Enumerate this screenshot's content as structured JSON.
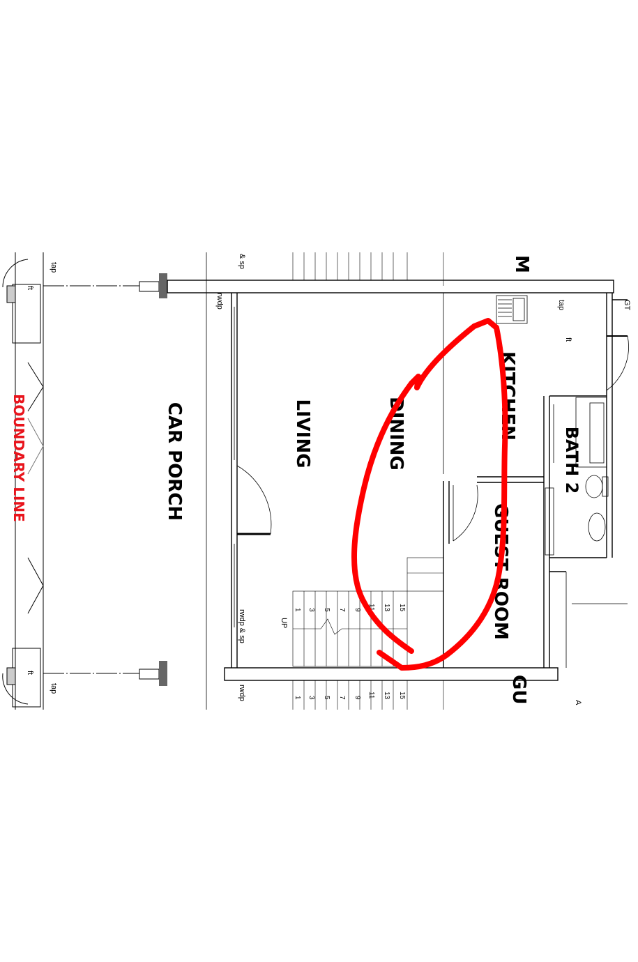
{
  "rooms": {
    "car_porch": "CAR PORCH",
    "living": "LIVING",
    "dining": "DINING",
    "kitchen": "KITCHEN",
    "guest_room": "GUEST ROOM",
    "bath2": "BATH 2",
    "top_partial": "M",
    "bottom_partial": "GU"
  },
  "boundary": {
    "label": "BOUNDARY LINE",
    "color": "#e8141c"
  },
  "fixtures": {
    "tap_top_left": "tap",
    "tap_bottom_left": "tap",
    "tap_kitchen": "tap",
    "ft_top_left": "ft",
    "ft_bottom_left": "ft",
    "ft_kitchen": "ft",
    "sp_top": "& sp",
    "rwdp_top": "rwdp",
    "rwdp_sp_bottom": "rwdp & sp",
    "rwdp_bottom": "rwdp",
    "gt": "GT",
    "up": "UP",
    "edge_a": "A"
  },
  "stairs": {
    "upper_flight": [
      "1",
      "3",
      "5",
      "7",
      "9",
      "11",
      "13",
      "15"
    ],
    "lower_flight": [
      "1",
      "3",
      "5",
      "7",
      "9",
      "11",
      "13",
      "15"
    ]
  },
  "annotation": {
    "color": "#ff0000",
    "shape": "hand-drawn-loop"
  }
}
